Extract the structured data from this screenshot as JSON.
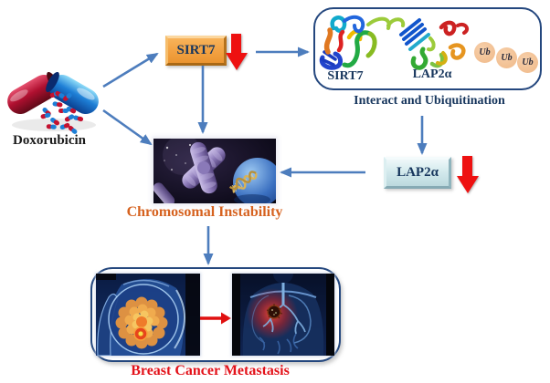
{
  "nodes": {
    "doxorubicin": {
      "label": "Doxorubicin"
    },
    "sirt7_box": {
      "label": "SIRT7",
      "regulation": "down"
    },
    "interaction_panel": {
      "protein_left_label": "SIRT7",
      "protein_right_label": "LAP2α",
      "ubiquitin_tags": [
        "Ub",
        "Ub",
        "Ub"
      ],
      "caption": "Interact and Ubiquitination"
    },
    "lap2a_box": {
      "label": "LAP2α",
      "regulation": "down"
    },
    "chromosomal_instability": {
      "label": "Chromosomal Instability"
    },
    "breast_cancer_metastasis": {
      "label": "Breast Cancer Metastasis"
    }
  },
  "colors": {
    "arrow_blue": "#4d7dbd",
    "arrow_red": "#ee1111",
    "panel_border": "#24477e",
    "sirt7_box_fill": "#f2a141",
    "lap2a_box_fill": "#d4eaed",
    "navy_text": "#17365d",
    "instability_text": "#d6621f",
    "metastasis_text": "#e3121a",
    "ubiquitin_fill": "#efb887"
  }
}
